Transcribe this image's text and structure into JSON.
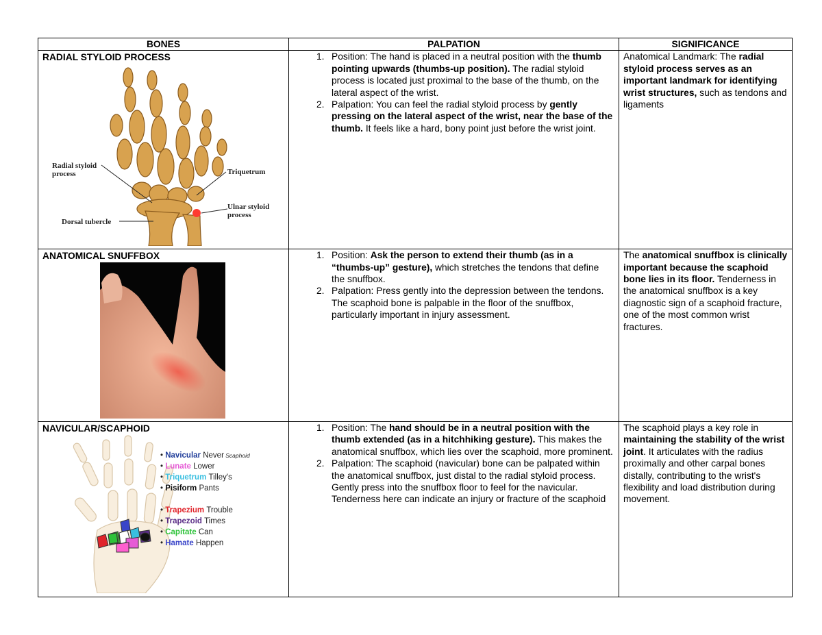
{
  "headers": {
    "bones": "BONES",
    "palpation": "PALPATION",
    "significance": "SIGNIFICANCE"
  },
  "rows": [
    {
      "bone": "RADIAL STYLOID PROCESS",
      "image_labels": {
        "radial_styloid": "Radial styloid",
        "radial_styloid_2": "process",
        "triquetrum": "Triquetrum",
        "ulnar_styloid": "Ulnar styloid",
        "ulnar_styloid_2": "process",
        "dorsal_tubercle": "Dorsal tubercle"
      },
      "palpation": [
        {
          "num": "1.",
          "parts": [
            {
              "t": "Position: The hand is placed in a neutral position with the ",
              "b": false
            },
            {
              "t": "thumb pointing upwards (thumbs-up position).",
              "b": true
            },
            {
              "t": " The radial styloid process is located just proximal to the base of the thumb, on the lateral aspect of the wrist.",
              "b": false
            }
          ]
        },
        {
          "num": "2.",
          "parts": [
            {
              "t": "Palpation: You can feel the radial styloid process by ",
              "b": false
            },
            {
              "t": "gently pressing on the lateral aspect of the wrist, near the base of the thumb.",
              "b": true
            },
            {
              "t": " It feels like a hard, bony point just before the wrist joint.",
              "b": false
            }
          ]
        }
      ],
      "significance": [
        {
          "t": "Anatomical Landmark: The ",
          "b": false
        },
        {
          "t": "radial styloid process serves as an important landmark for identifying wrist structures,",
          "b": true
        },
        {
          "t": " such as tendons and ligaments",
          "b": false
        }
      ]
    },
    {
      "bone": "ANATOMICAL SNUFFBOX",
      "palpation": [
        {
          "num": "1.",
          "parts": [
            {
              "t": "Position: ",
              "b": false
            },
            {
              "t": "Ask the person to extend their thumb (as in a “thumbs-up” gesture),",
              "b": true
            },
            {
              "t": " which stretches the tendons that define the snuffbox.",
              "b": false
            }
          ]
        },
        {
          "num": "2.",
          "parts": [
            {
              "t": "Palpation: Press gently into the depression between the tendons. The scaphoid bone is palpable in the floor of the snuffbox, particularly important in injury assessment.",
              "b": false
            }
          ]
        }
      ],
      "significance": [
        {
          "t": "The ",
          "b": false
        },
        {
          "t": "anatomical snuffbox is clinically important because the scaphoid bone lies in its floor.",
          "b": true
        },
        {
          "t": " Tenderness in the anatomical snuffbox is a key diagnostic sign of a scaphoid fracture, one of the most common wrist fractures.",
          "b": false
        }
      ]
    },
    {
      "bone": "NAVICULAR/SCAPHOID",
      "mnemonic": [
        {
          "bone": "Navicular",
          "word": "Never",
          "extra": "Scaphoid",
          "color": "#1f3c99"
        },
        {
          "bone": "Lunate",
          "word": "Lower",
          "extra": "",
          "color": "#e65bd6"
        },
        {
          "bone": "Triquetrum",
          "word": "Tilley's",
          "extra": "",
          "color": "#39bfe0"
        },
        {
          "bone": "Pisiform",
          "word": "Pants",
          "extra": "",
          "color": "#111111"
        },
        {
          "bone": "Trapezium",
          "word": "Trouble",
          "extra": "",
          "color": "#e0242b"
        },
        {
          "bone": "Trapezoid",
          "word": "Times",
          "extra": "",
          "color": "#5a2c86"
        },
        {
          "bone": "Capitate",
          "word": "Can",
          "extra": "",
          "color": "#2ec23a"
        },
        {
          "bone": "Hamate",
          "word": "Happen",
          "extra": "",
          "color": "#3a45c9"
        }
      ],
      "palpation": [
        {
          "num": "1.",
          "parts": [
            {
              "t": "Position: The ",
              "b": false
            },
            {
              "t": "hand should be in a neutral position with the thumb extended (as in a hitchhiking gesture).",
              "b": true
            },
            {
              "t": " This makes the anatomical snuffbox, which lies over the scaphoid, more prominent.",
              "b": false
            }
          ]
        },
        {
          "num": "2.",
          "parts": [
            {
              "t": "Palpation: The scaphoid (navicular) bone can be palpated within the anatomical snuffbox, just distal to the radial styloid process. Gently press into the snuffbox floor to feel for the navicular. Tenderness here can indicate an injury or fracture of the scaphoid",
              "b": false
            }
          ]
        }
      ],
      "significance": [
        {
          "t": "The scaphoid plays a key role in ",
          "b": false
        },
        {
          "t": "maintaining the stability of the wrist joint",
          "b": true
        },
        {
          "t": ". It articulates with the radius proximally and other carpal bones distally, contributing to the wrist's flexibility and load distribution during movement.",
          "b": false
        }
      ]
    }
  ]
}
